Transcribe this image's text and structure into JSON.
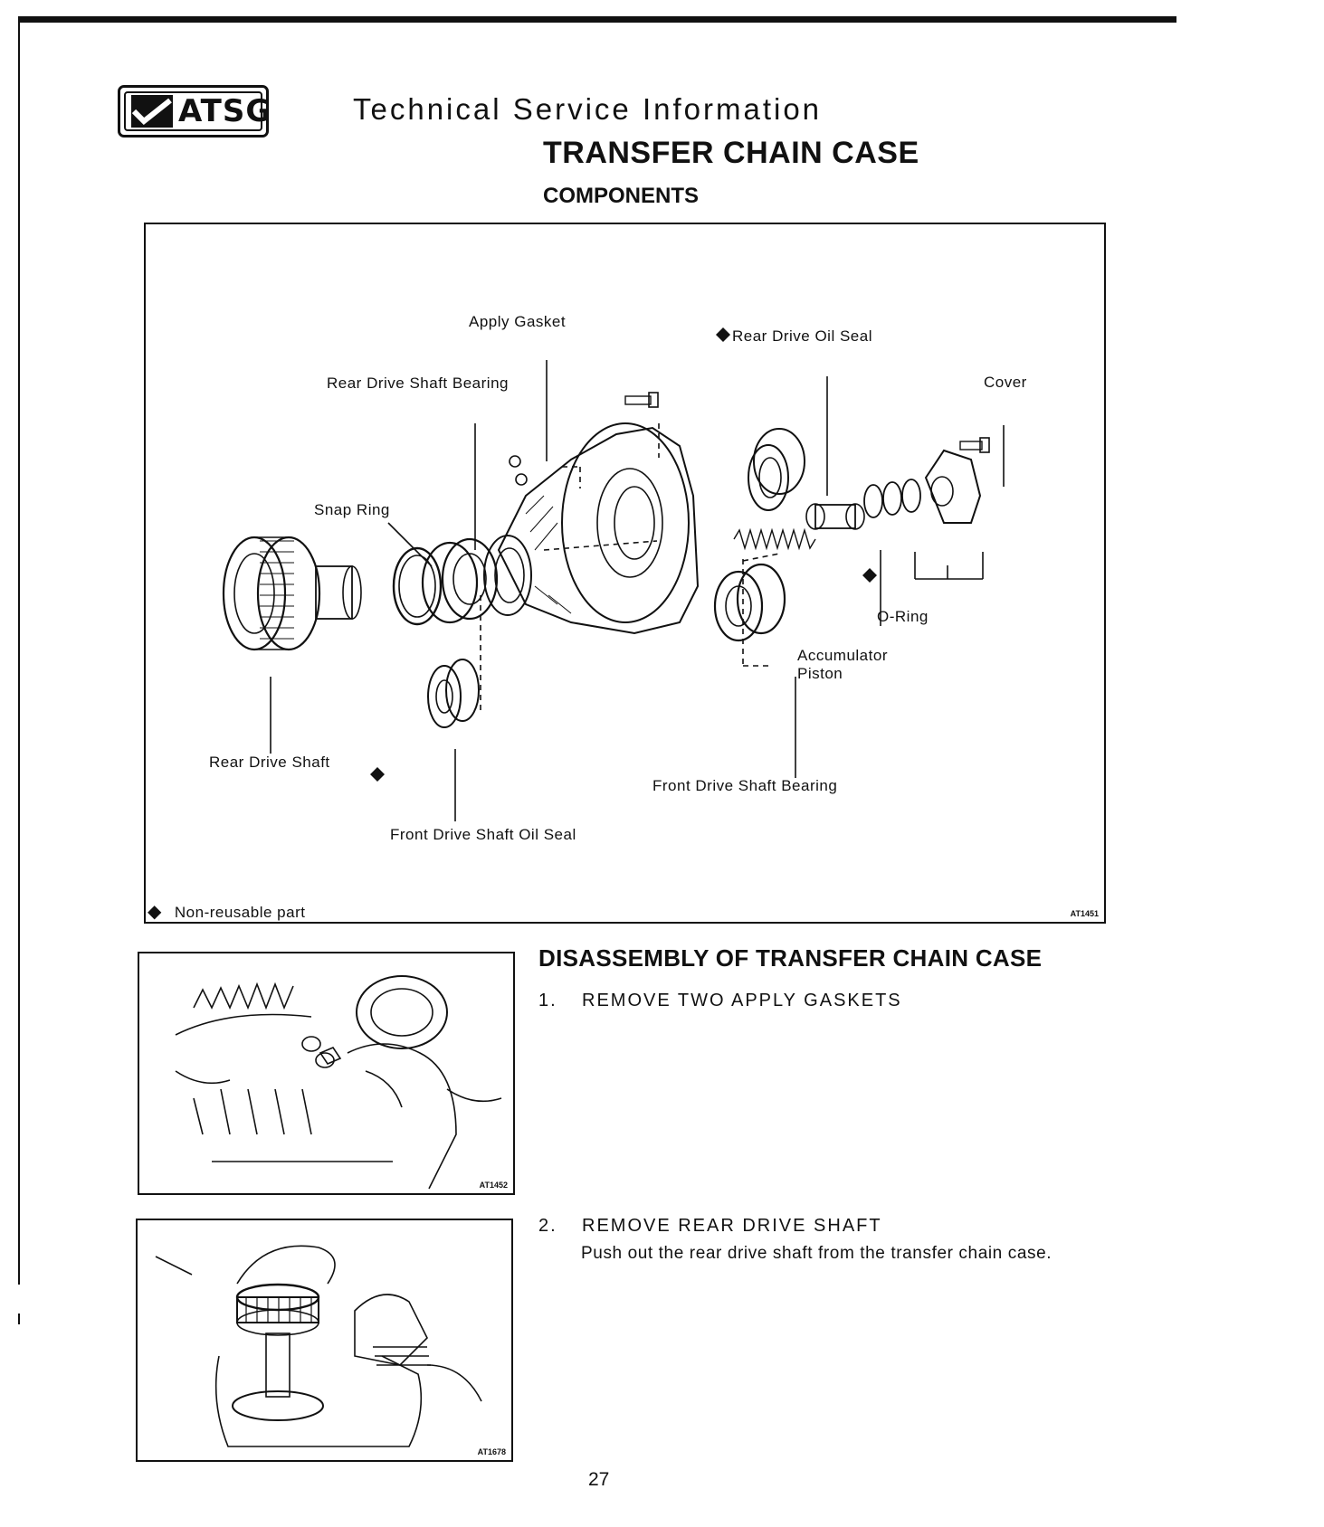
{
  "header": {
    "logo_text": "ATSG",
    "publication": "Technical Service Information",
    "title": "TRANSFER CHAIN CASE",
    "subtitle": "COMPONENTS"
  },
  "diagram": {
    "ref_code": "AT1451",
    "legend": "Non-reusable part",
    "labels": {
      "apply_gasket": "Apply Gasket",
      "rear_drive_oil_seal": "Rear Drive Oil Seal",
      "rear_drive_shaft_bearing": "Rear Drive Shaft Bearing",
      "cover": "Cover",
      "snap_ring": "Snap Ring",
      "o_ring": "O-Ring",
      "accumulator": "Accumulator",
      "piston": "Piston",
      "rear_drive_shaft": "Rear Drive Shaft",
      "front_drive_shaft_bearing": "Front Drive Shaft Bearing",
      "front_drive_shaft_oil_seal": "Front Drive Shaft Oil Seal"
    }
  },
  "section": {
    "heading": "DISASSEMBLY OF TRANSFER CHAIN CASE",
    "steps": [
      {
        "number": "1.",
        "title": "REMOVE TWO APPLY GASKETS",
        "figure_code": "AT1452"
      },
      {
        "number": "2.",
        "title": "REMOVE REAR DRIVE SHAFT",
        "text": "Push out the rear drive shaft from the transfer chain case.",
        "figure_code": "AT1678"
      }
    ]
  },
  "page_number": "27"
}
